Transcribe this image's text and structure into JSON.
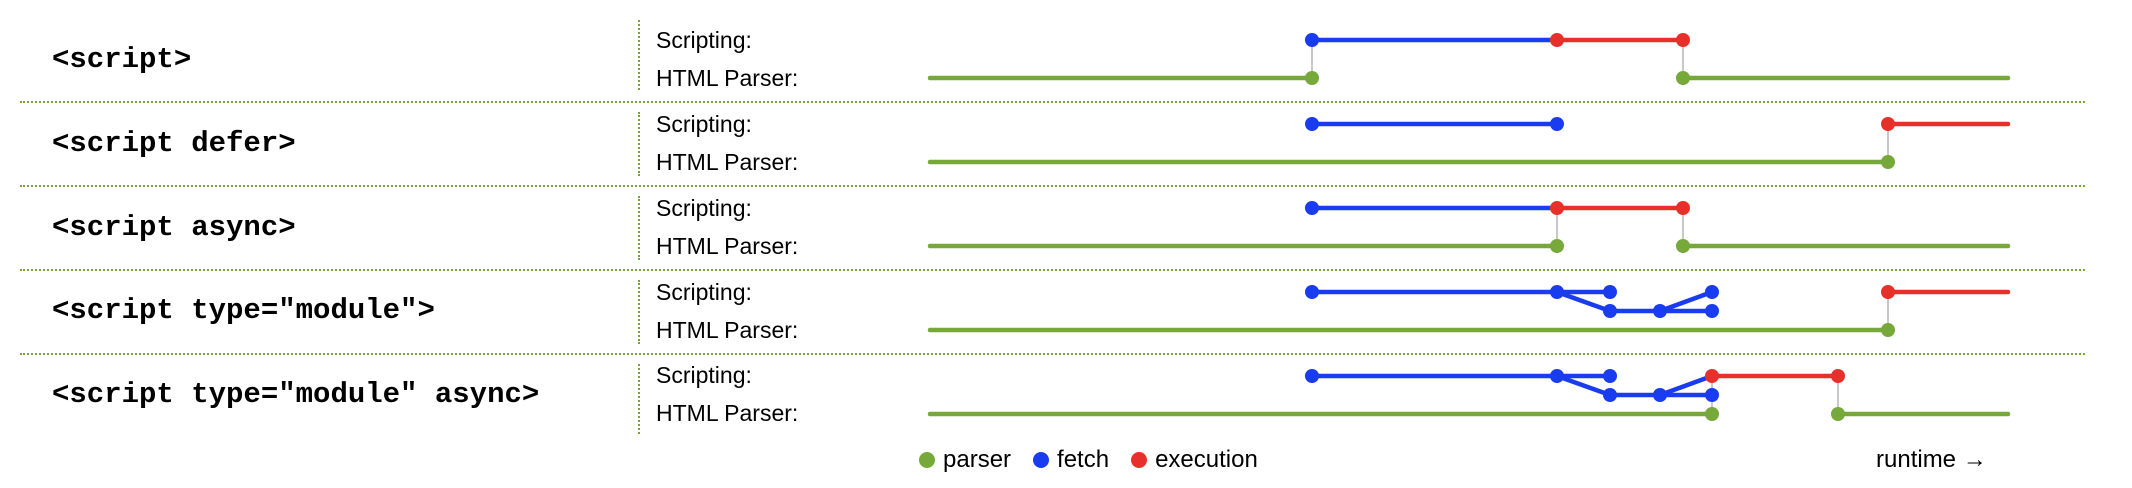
{
  "colors": {
    "parser": "#76a83a",
    "fetch": "#1a3cf0",
    "execution": "#e8302a",
    "connector": "#c8c8c8",
    "separator": "#7aa534"
  },
  "track_labels": {
    "scripting": "Scripting:",
    "parser": "HTML Parser:"
  },
  "rows": [
    {
      "tag": "<script>"
    },
    {
      "tag": "<script defer>"
    },
    {
      "tag": "<script async>"
    },
    {
      "tag": "<script type=\"module\">"
    },
    {
      "tag": "<script type=\"module\" async>"
    }
  ],
  "legend": {
    "parser": "parser",
    "fetch": "fetch",
    "execution": "execution"
  },
  "runtime_label": "runtime →"
}
